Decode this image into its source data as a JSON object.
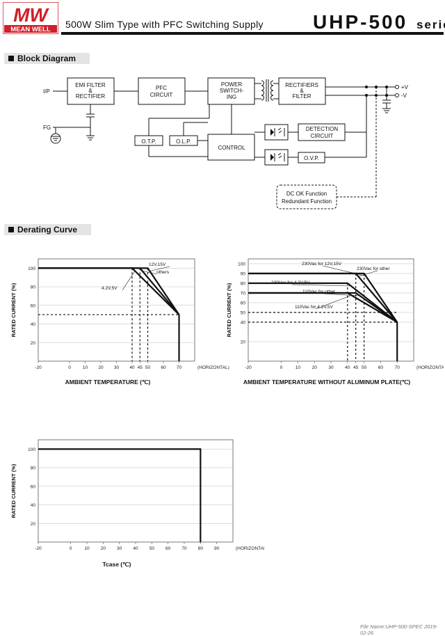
{
  "header": {
    "brand_mark": "MW",
    "brand_name": "MEAN WELL",
    "subtitle": "500W  Slim Type with PFC Switching Supply",
    "model": "UHP-500",
    "series": "series"
  },
  "block_diagram": {
    "section_title": "Block Diagram",
    "labels": {
      "ip": "I/P",
      "fg": "FG",
      "emi_1": "EMI FILTER",
      "emi_2": "&",
      "emi_3": "RECTIFIER",
      "pfc_1": "PFC",
      "pfc_2": "CIRCUIT",
      "pw_1": "POWER",
      "pw_2": "SWITCH-",
      "pw_3": "ING",
      "rf_1": "RECTIFIERS",
      "rf_2": "&",
      "rf_3": "FILTER",
      "vp": "+V",
      "vn": "-V",
      "otp": "O.T.P.",
      "olp": "O.L.P.",
      "control": "CONTROL",
      "det_1": "DETECTION",
      "det_2": "CIRCUIT",
      "ovp": "O.V.P.",
      "dc_1": "DC OK Function",
      "dc_2": "Redundant Function"
    }
  },
  "derating": {
    "section_title": "Derating Curve"
  },
  "chart_data": [
    {
      "type": "line",
      "ylabel": "RATED CURRENT (%)",
      "xlabel": "AMBIENT TEMPERATURE (℃)",
      "x_axis_suffix": "(HORIZONTAL)",
      "x_ticks": [
        "-20",
        "0",
        "10",
        "20",
        "30",
        "40",
        "45",
        "50",
        "60",
        "70"
      ],
      "y_ticks": [
        "20",
        "40",
        "60",
        "80",
        "100"
      ],
      "xlim": [
        -20,
        80
      ],
      "ylim": [
        0,
        110
      ],
      "series": [
        {
          "name": "12V,15V",
          "x": [
            -20,
            50,
            70
          ],
          "y": [
            100,
            100,
            50
          ]
        },
        {
          "name": "others",
          "x": [
            -20,
            45,
            70
          ],
          "y": [
            100,
            100,
            50
          ]
        },
        {
          "name": "4.2V,5V",
          "x": [
            -20,
            40,
            70
          ],
          "y": [
            100,
            100,
            50
          ]
        }
      ]
    },
    {
      "type": "line",
      "ylabel": "RATED CURRENT (%)",
      "xlabel": "AMBIENT TEMPERATURE WITHOUT ALUMINUM PLATE(℃)",
      "x_axis_suffix": "(HORIZONTAL)",
      "x_ticks": [
        "-20",
        "0",
        "10",
        "20",
        "30",
        "40",
        "45",
        "50",
        "60",
        "70"
      ],
      "y_ticks": [
        "20",
        "40",
        "50",
        "60",
        "70",
        "80",
        "90",
        "100"
      ],
      "xlim": [
        -20,
        80
      ],
      "ylim": [
        0,
        105
      ],
      "series": [
        {
          "name": "230Vac for 12V,15V",
          "x": [
            -20,
            50,
            70
          ],
          "y": [
            90,
            90,
            40
          ]
        },
        {
          "name": "230Vac for other",
          "x": [
            -20,
            45,
            70
          ],
          "y": [
            90,
            90,
            40
          ]
        },
        {
          "name": "230Vac for 4.2V,5V",
          "x": [
            -20,
            40,
            70
          ],
          "y": [
            80,
            80,
            40
          ]
        },
        {
          "name": "110Vac for other",
          "x": [
            -20,
            45,
            70
          ],
          "y": [
            70,
            70,
            40
          ]
        },
        {
          "name": "110Vac for 4.2V,5V",
          "x": [
            -20,
            40,
            70
          ],
          "y": [
            70,
            70,
            40
          ]
        }
      ]
    },
    {
      "type": "line",
      "ylabel": "RATED CURRENT (%)",
      "xlabel": "Tcase (℃)",
      "x_axis_suffix": "(HORIZONTAL)",
      "x_ticks": [
        "-20",
        "0",
        "10",
        "20",
        "30",
        "40",
        "50",
        "60",
        "70",
        "80",
        "90"
      ],
      "y_ticks": [
        "20",
        "40",
        "60",
        "80",
        "100"
      ],
      "xlim": [
        -20,
        100
      ],
      "ylim": [
        0,
        110
      ],
      "series": [
        {
          "name": "",
          "x": [
            -20,
            80,
            80
          ],
          "y": [
            100,
            100,
            0
          ]
        }
      ]
    }
  ],
  "footer": {
    "text": "File Name:UHP-500-SPEC   2019-02-26"
  }
}
